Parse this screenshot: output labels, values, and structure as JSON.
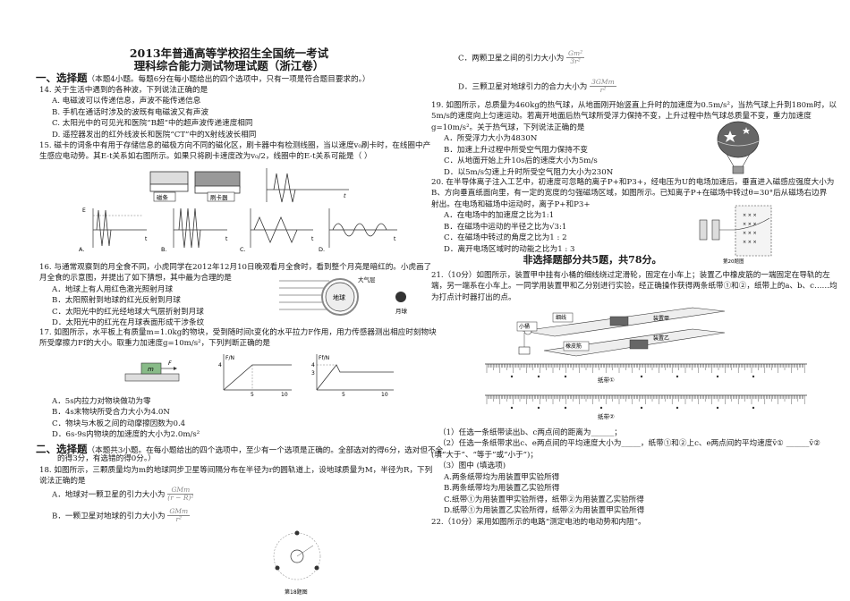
{
  "header": {
    "title1": "2013年普通高等学校招生全国统一考试",
    "title2": "理科综合能力测试物理试题（浙江卷）"
  },
  "section1": {
    "heading": "一、选择题",
    "note": "（本题4小题。每题6分在每小题给出的四个选项中，只有一项是符合题目要求的。）"
  },
  "q14": {
    "stem": "14. 关于生活中遇到的各种波，下列说法正确的是",
    "options": [
      "A. 电磁波可以传递信息，声波不能传递信息",
      "B. 手机在通话时涉及的波既有电磁波又有声波",
      "C. 太阳光中的可见光和医院“B超”中的超声波传递速度相同",
      "D. 遥控器发出的红外线波长和医院“CT”中的X射线波长相同"
    ]
  },
  "q15": {
    "line1": "15. 磁卡的词条中有用于存储信息的磁极方向不同的磁化区，刷卡器中有检测线圈，当以速度v₀刷卡时，在线圈中产",
    "line2": "生感应电动势。其E-t关系如右图所示。如果只将刷卡速度改为v₀/2，线圈中的E-t关系可能是（   ）",
    "fig_labels": [
      "磁条",
      "刷卡器"
    ],
    "option_letters": [
      "A.",
      "B.",
      "C.",
      "D."
    ]
  },
  "q16": {
    "line1": "16. 与通常观察到的月全食不同，小虎同学在2012年12月10日晚观看月全食时，看到整个月亮是暗红的。小虎画了",
    "line2": "月全食的示意图，并提出了如下猜想，其中最为合理的是",
    "options": [
      "A．地球上有人用红色激光照射月球",
      "B．太阳照射到地球的红光反射到月球",
      "C．太阳光中的红光经地球大气层折射到月球",
      "D．太阳光中的红光在月球表面形成干涉条纹"
    ],
    "fig_labels": [
      "大气层",
      "地球",
      "月球"
    ]
  },
  "q17": {
    "line1": "17. 如图所示，水平板上有质量m=1.0kg的物块，受到随时间t变化的水平拉力F作用，用力传感器测出相应时刻物块",
    "line2": "所受摩擦力Ff的大小。取重力加速度g=10m/s²，下列判断正确的是",
    "options": [
      "A．5s内拉力对物块做功为零",
      "B．4s末物块所受合力大小为4.0N",
      "C．物块与木板之间的动摩擦因数为0.4",
      "D．6s-9s内物块的加速度的大小为2.0m/s²"
    ],
    "fig_labels": [
      "F/N",
      "Ff/N",
      "m",
      "F"
    ]
  },
  "section2": {
    "heading": "二、选择题",
    "note1": "（本题共3小题。在每小题给出的四个选项中，至少有一个选项是正确的。全部选对的得6分，选对但不全",
    "note2": "的得3分，有选错的得0分。）"
  },
  "q18": {
    "line1": "18. 如图所示，三颗质量均为m的地球同步卫星等间隔分布在半径为r的圆轨道上，设地球质量为M，半径为R，下列",
    "line2": "说法正确的是",
    "optA": "A．地球对一颗卫星的引力大小为",
    "optA_num": "GMm",
    "optA_den": "(r − R)²",
    "optB": "B．一颗卫星对地球的引力大小为",
    "optB_num": "GMm",
    "optB_den": "r²",
    "optC": "C．两颗卫星之间的引力大小为",
    "optC_num": "Gm²",
    "optC_den": "3r²",
    "optD": "D．三颗卫星对地球引力的合力大小为",
    "optD_num": "3GMm",
    "optD_den": "r²",
    "fig_caption": "第18题图"
  },
  "q19": {
    "lines": [
      "19. 如图所示，总质量为460kg的热气球，从地面刚开始竖直上升时的加速度为0.5m/s²，当热气球上升到180m时，以",
      "5m/s的速度向上匀速运动。若离开地面后热气球所受浮力保持不变，上升过程中热气球总质量不变，重力加速度",
      "g=10m/s²。关于热气球，下列说法正确的是"
    ],
    "options": [
      "A．所受浮力大小为4830N",
      "B．加速上升过程中所受空气阻力保持不变",
      "C．从地面开始上升10s后的速度大小为5m/s",
      "D．以5m/s匀速上升时所受空气阻力大小为230N"
    ]
  },
  "q20": {
    "lines": [
      "20. 在半导体离子注入工艺中，初速度可忽略的离子P+和P3+，经电压为U的电场加速后，垂直进入磁感应强度大小为",
      "B、方向垂直纸面向里，有一定的宽度的匀强磁场区域，如图所示。已知离子P+在磁场中转过θ=30°后从磁场右边界",
      "射出。在电场和磁场中运动时，离子P+和P3+"
    ],
    "options": [
      "A．在电场中的加速度之比为1:1",
      "B．在磁场中运动的半径之比为√3:1",
      "C．在磁场中转过的角度之比为1 : 2",
      "D．离开电场区域时的动能之比为1 : 3"
    ],
    "fig_caption": "第20题图"
  },
  "part2": {
    "heading": "非选择题部分共5题，共78分。"
  },
  "q21": {
    "lines": [
      "21.（10分）如图所示，装置甲中挂有小桶的细线绕过定滑轮，固定在小车上；装置乙中橡皮筋的一端固定在导轨的左",
      "端，另一端系在小车上。一同学用装置甲和乙分别进行实验，经正确操作获得两条纸带①和②，纸带上的a、b、c……均",
      "为打点计时器打出的点。"
    ],
    "fig_labels": [
      "小桶",
      "细线",
      "装置甲",
      "装置乙",
      "橡皮筋"
    ],
    "tape1": "纸带①",
    "tape2": "纸带②",
    "sub1": "（1）任选一条纸带读出b、c两点间的距离为______；",
    "sub2": "（2）任选一条纸带求出c、e两点间的平均速度大小为_____，纸带①和②上c、e两点间的平均速度v̄① ______v̄②",
    "sub2b": "(填“大于”、“等于”或“小于”)；",
    "sub3": "（3）图中      (填选项)",
    "options": [
      "A.两条纸带均为用装置甲实验所得",
      "B.两条纸带均为用装置乙实验所得",
      "C.纸带①为用装置甲实验所得，纸带②为用装置乙实验所得",
      "D.纸带①为用装置乙实验所得，纸带②为用装置甲实验所得"
    ]
  },
  "q22": {
    "line": "22.（10分）采用如图所示的电路“测定电池的电动势和内阻”。"
  }
}
